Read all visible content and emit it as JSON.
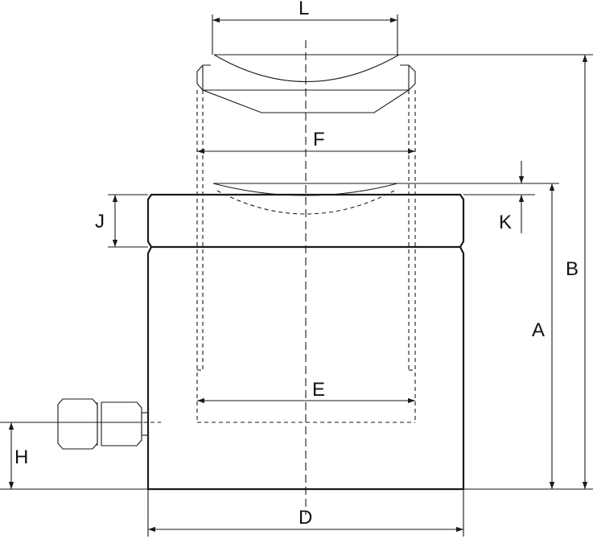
{
  "labels": {
    "L": "L",
    "F": "F",
    "J": "J",
    "K": "K",
    "B": "B",
    "A": "A",
    "E": "E",
    "H": "H",
    "D": "D"
  }
}
